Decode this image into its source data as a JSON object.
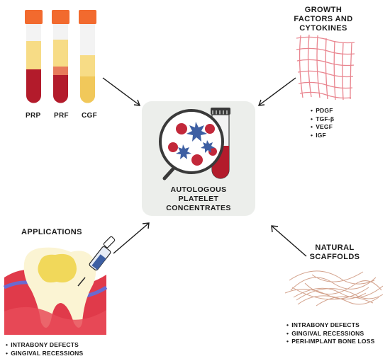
{
  "center": {
    "title_lines": [
      "AUTOLOGOUS",
      "PLATELET",
      "CONCENTRATES"
    ]
  },
  "tubes": {
    "labels": [
      "PRP",
      "PRF",
      "CGF"
    ]
  },
  "growth_factors": {
    "title_lines": [
      "GROWTH",
      "FACTORS AND",
      "CYTOKINES"
    ],
    "items": [
      "PDGF",
      "TGF-β",
      "VEGF",
      "IGF"
    ]
  },
  "applications": {
    "title": "APPLICATIONS",
    "items": [
      "INTRABONY DEFECTS",
      "GINGIVAL RECESSIONS"
    ]
  },
  "scaffolds": {
    "title_lines": [
      "NATURAL",
      "SCAFFOLDS"
    ],
    "items": [
      "INTRABONY DEFECTS",
      "GINGIVAL RECESSIONS",
      "PERI-IMPLANT BONE LOSS"
    ]
  },
  "colors": {
    "tube_cap": "#f26a2e",
    "plasma": "#f7dc86",
    "blood": "#b31b2b",
    "card_bg": "#eceeeb",
    "star": "#3d5fa3",
    "gum": "#e03a4a",
    "mesh": "#e9858f",
    "fibers": "#d3a28c"
  },
  "icons": [
    "test-tube-icon",
    "magnifier-icon",
    "mesh-icon",
    "tooth-icon",
    "syringe-icon",
    "fiber-icon",
    "arrow-icon"
  ]
}
